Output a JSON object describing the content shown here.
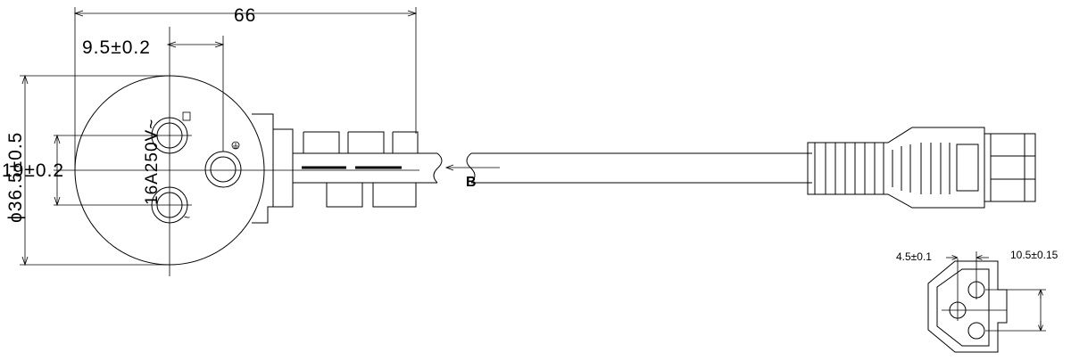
{
  "diagram": {
    "dimensions": {
      "overall_length": "66",
      "pin_offset": "9.5±0.2",
      "plug_diameter": "ϕ36.5±0.5",
      "pin_spacing": "19±0.2",
      "connector_pin_offset": "4.5±0.1",
      "connector_pin_spacing": "10.5±0.15"
    },
    "plug_rating": "16A250V~",
    "section_label": "B"
  }
}
